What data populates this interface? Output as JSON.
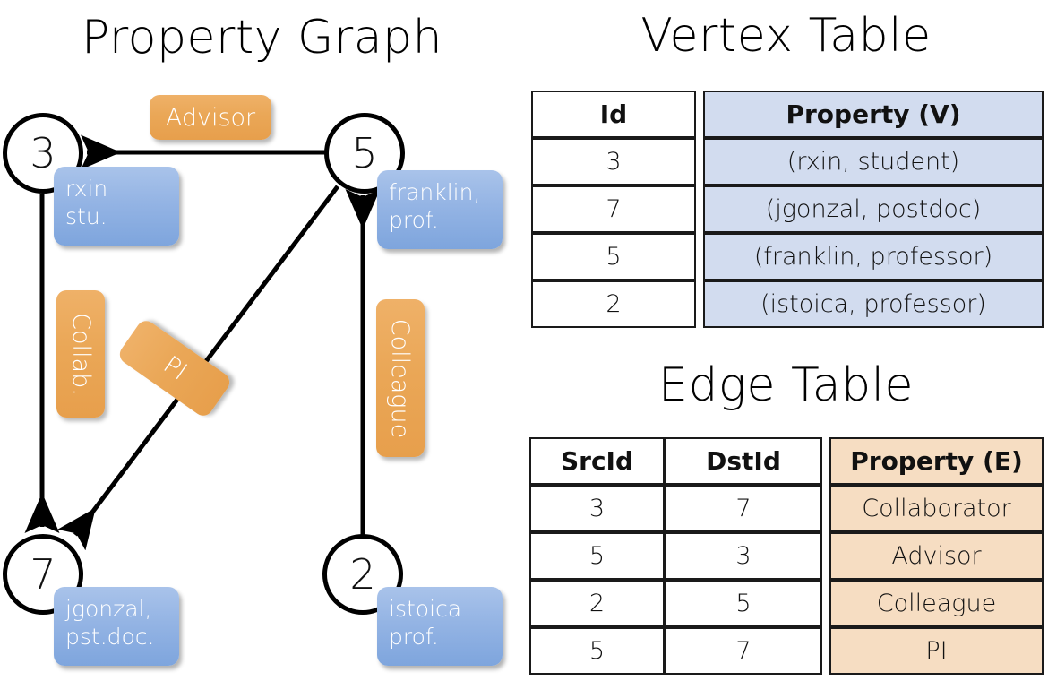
{
  "panels": {
    "graph": {
      "title": "Property Graph"
    },
    "vertex": {
      "title": "Vertex Table"
    },
    "edge": {
      "title": "Edge Table"
    }
  },
  "graph": {
    "vertices": [
      {
        "id": "3",
        "property_label": "rxin\nstu."
      },
      {
        "id": "5",
        "property_label": "franklin,\nprof."
      },
      {
        "id": "7",
        "property_label": "jgonzal,\npst.doc."
      },
      {
        "id": "2",
        "property_label": "istoica\nprof."
      }
    ],
    "edge_labels": [
      {
        "name": "advisor",
        "text": "Advisor"
      },
      {
        "name": "collab",
        "text": "Collab."
      },
      {
        "name": "pi",
        "text": "PI"
      },
      {
        "name": "colleague",
        "text": "Colleague"
      }
    ],
    "colors": {
      "vertex_box_fill": "#94b4e4",
      "edge_box_fill": "#eaa757",
      "stroke": "#000000"
    }
  },
  "vertex_table": {
    "headers": [
      "Id",
      "Property (V)"
    ],
    "rows": [
      {
        "id": "3",
        "property": "(rxin, student)"
      },
      {
        "id": "7",
        "property": "(jgonzal, postdoc)"
      },
      {
        "id": "5",
        "property": "(franklin, professor)"
      },
      {
        "id": "2",
        "property": "(istoica, professor)"
      }
    ],
    "property_fill": "#d2dcef"
  },
  "edge_table": {
    "headers": [
      "SrcId",
      "DstId",
      "Property (E)"
    ],
    "rows": [
      {
        "src": "3",
        "dst": "7",
        "property": "Collaborator"
      },
      {
        "src": "5",
        "dst": "3",
        "property": "Advisor"
      },
      {
        "src": "2",
        "dst": "5",
        "property": "Colleague"
      },
      {
        "src": "5",
        "dst": "7",
        "property": "PI"
      }
    ],
    "property_fill": "#f6ddc2"
  }
}
